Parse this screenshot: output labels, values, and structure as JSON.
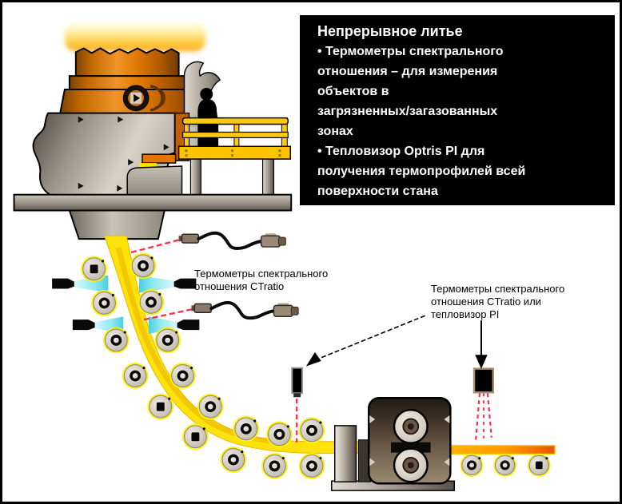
{
  "info_box": {
    "title": "Непрерывное литье",
    "bullet1": "• Термометры спектрального\nотношения – для измерения\nобъектов в\nзагрязненных/загазованных\nзонах",
    "bullet2": "• Тепловизор Optris PI для\nполучения термопрофилей всей\nповерхности стана"
  },
  "annotations": {
    "ct_label": "Термометры спектрального\nотношения CTratio",
    "ct_pi_label": "Термометры спектрального\nотношения CTratio или\nтепловизор PI"
  },
  "colors": {
    "info_box_bg": "#000000",
    "info_box_fg": "#FFFFFF",
    "label_fg": "#000000",
    "strand_yellow": "#FFE20A",
    "hot_strand_orange": "#FF9800",
    "ladle_orange": "#E07800",
    "laser_red": "#FF2E4E",
    "spray_cyan": "#8EE9F2",
    "roller_glow_yellow": "#FFF100",
    "machine_gray": "#A59E93",
    "platform_yellow": "#FFC814",
    "background": "#FFFFFF",
    "border": "#000000"
  }
}
